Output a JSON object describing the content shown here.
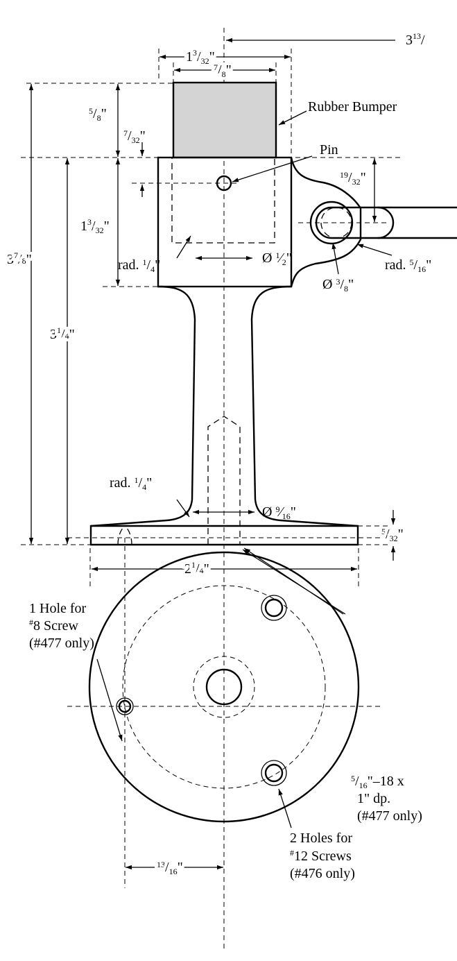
{
  "dimensions": {
    "top_partial": {
      "whole": "3",
      "num": "13",
      "den": "/"
    },
    "overall_width": {
      "whole": "1",
      "num": "3",
      "den": "32",
      "unit": "\""
    },
    "bumper_width": {
      "num": "7",
      "den": "8",
      "unit": "\""
    },
    "bumper_height": {
      "num": "5",
      "den": "8",
      "unit": "\""
    },
    "pin_offset": {
      "num": "7",
      "den": "32",
      "unit": "\""
    },
    "head_height": {
      "whole": "1",
      "num": "3",
      "den": "32",
      "unit": "\""
    },
    "total_height": {
      "whole": "3",
      "num": "7",
      "den": "8",
      "unit": "\""
    },
    "stem_height": {
      "whole": "3",
      "num": "1",
      "den": "4",
      "unit": "\""
    },
    "arm_offset": {
      "num": "19",
      "den": "32",
      "unit": "\""
    },
    "arm_hole_dia": {
      "prefix": "Ø ",
      "num": "3",
      "den": "8",
      "unit": "\""
    },
    "arm_radius": {
      "prefix": "rad. ",
      "num": "5",
      "den": "16",
      "unit": "\""
    },
    "upper_fillet": {
      "prefix": "rad. ",
      "num": "1",
      "den": "4",
      "unit": "\""
    },
    "stem_top_dia": {
      "prefix": "Ø ",
      "num": "1",
      "den": "2",
      "unit": "\""
    },
    "lower_fillet": {
      "prefix": "rad. ",
      "num": "1",
      "den": "4",
      "unit": "\""
    },
    "stem_bottom_dia": {
      "prefix": "Ø ",
      "num": "9",
      "den": "16",
      "unit": "\""
    },
    "base_thickness": {
      "num": "5",
      "den": "32",
      "unit": "\""
    },
    "base_width": {
      "whole": "2",
      "num": "1",
      "den": "4",
      "unit": "\""
    },
    "hole_offset": {
      "num": "13",
      "den": "16",
      "unit": "\""
    }
  },
  "labels": {
    "rubber_bumper": "Rubber Bumper",
    "pin": "Pin",
    "hole_8_line1": "1 Hole for",
    "hole_8_line2": "8 Screw",
    "hole_8_line2_mark": "#",
    "hole_8_line3": "(#477 only)",
    "tap_line1_rest": "–18 x",
    "tap_line2": "1\" dp.",
    "tap_line3": "(#477 only)",
    "holes_12_line1": "2 Holes for",
    "holes_12_line2": "12 Screws",
    "holes_12_line2_mark": "#",
    "holes_12_line3": "(#476 only)"
  },
  "colors": {
    "line": "#000000",
    "bumper_fill": "#d4d4d4",
    "background": "#ffffff"
  }
}
